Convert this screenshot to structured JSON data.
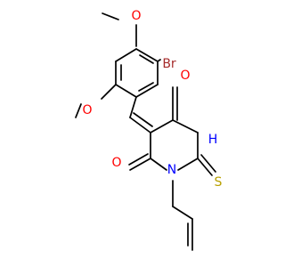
{
  "atoms": {
    "O_top": "O",
    "O_left": "O",
    "Br": "Br",
    "O_carbonyl_top": "O",
    "NH": "H",
    "N": "N",
    "O_carbonyl_bottom": "O",
    "S": "S"
  },
  "colors": {
    "oxygen": "#ff0000",
    "bromine": "#a52a2a",
    "nitrogen": "#0000ff",
    "sulfur": "#b8a000"
  }
}
